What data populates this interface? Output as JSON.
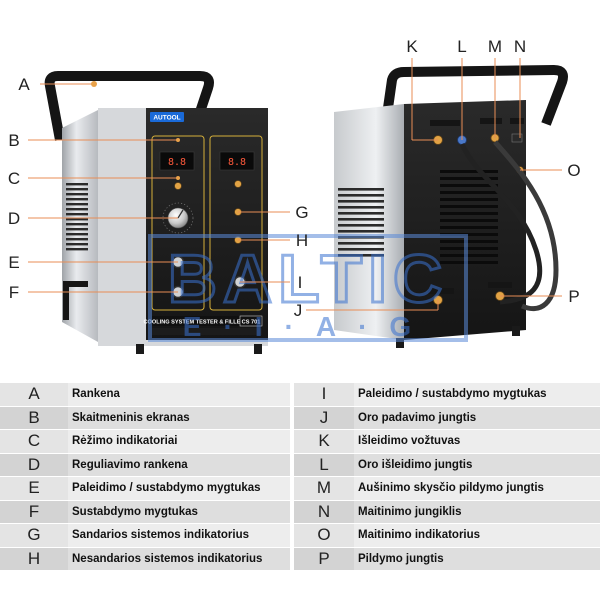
{
  "diagram": {
    "brand": "AUTOOL",
    "panel_title": "COOLING SYSTEM TESTER & FILLER",
    "model": "CS 701",
    "watermark_top": "BALTIC",
    "watermark_bottom": "E·I·A·G",
    "colors": {
      "chassis": "#1d1d1d",
      "steel": "#c9ccd0",
      "accent": "#1a6ad8",
      "callout_dot": "#e9a24a"
    },
    "callouts": [
      "A",
      "B",
      "C",
      "D",
      "E",
      "F",
      "G",
      "H",
      "I",
      "J",
      "K",
      "L",
      "M",
      "N",
      "O",
      "P"
    ]
  },
  "legend": {
    "rows": [
      {
        "left_letter": "A",
        "left_text": "Rankena",
        "right_letter": "I",
        "right_text": "Paleidimo / sustabdymo mygtukas"
      },
      {
        "left_letter": "B",
        "left_text": "Skaitmeninis ekranas",
        "right_letter": "J",
        "right_text": "Oro padavimo jungtis"
      },
      {
        "left_letter": "C",
        "left_text": "Rėžimo indikatoriai",
        "right_letter": "K",
        "right_text": "Išleidimo vožtuvas"
      },
      {
        "left_letter": "D",
        "left_text": "Reguliavimo rankena",
        "right_letter": "L",
        "right_text": "Oro išleidimo jungtis"
      },
      {
        "left_letter": "E",
        "left_text": "Paleidimo / sustabdymo mygtukas",
        "right_letter": "M",
        "right_text": "Aušinimo skysčio pildymo jungtis"
      },
      {
        "left_letter": "F",
        "left_text": "Sustabdymo mygtukas",
        "right_letter": "N",
        "right_text": "Maitinimo jungiklis"
      },
      {
        "left_letter": "G",
        "left_text": "Sandarios sistemos indikatorius",
        "right_letter": "O",
        "right_text": "Maitinimo indikatorius"
      },
      {
        "left_letter": "H",
        "left_text": "Nesandarios sistemos indikatorius",
        "right_letter": "P",
        "right_text": "Pildymo jungtis"
      }
    ]
  }
}
